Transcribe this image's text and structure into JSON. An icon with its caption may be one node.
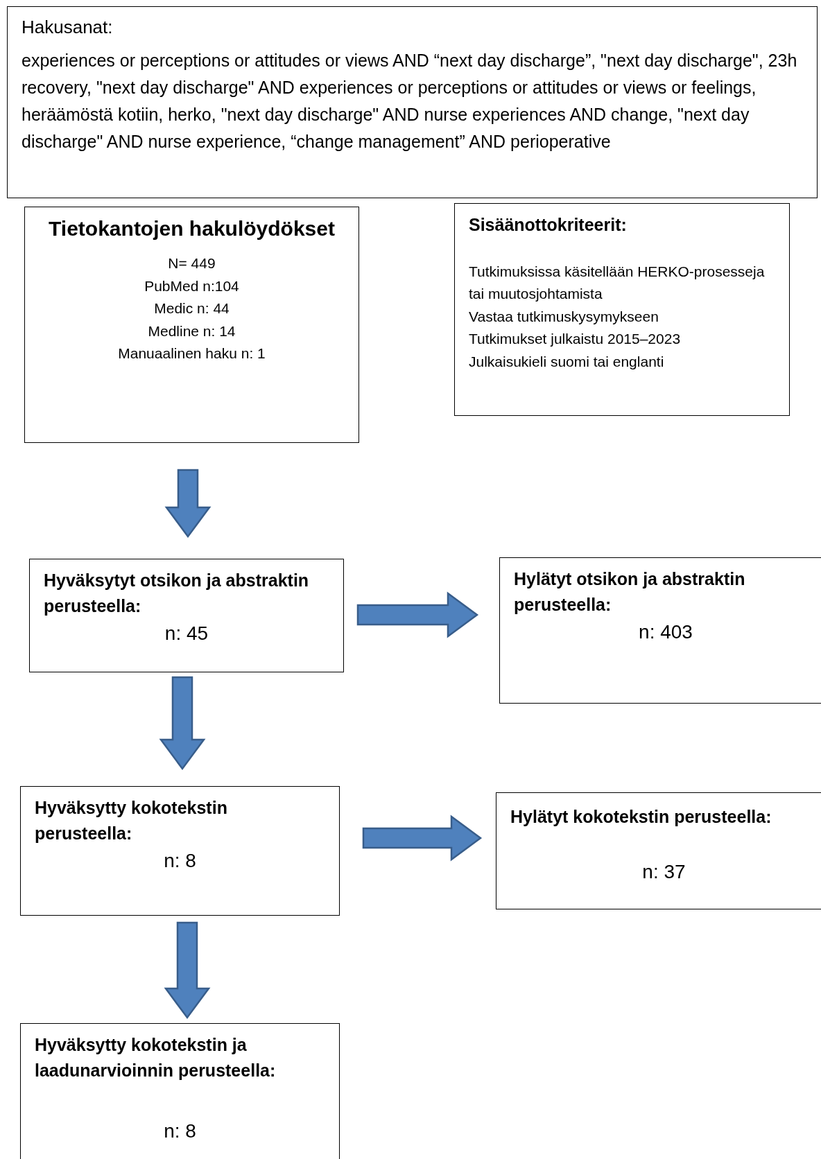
{
  "diagram": {
    "nodes": [
      {
        "text": [
          "Hakusanat:",
          "experiences or perceptions or attitudes or views AND “next day discharge”, \"next day discharge\", 23h recovery, \"next day discharge\" AND experiences or perceptions or attitudes or views or feelings, heräämöstä kotiin, herko, \"next day discharge\" AND nurse experiences AND change, \"next day discharge\" AND nurse experience, “change management” AND perioperative"
        ]
      },
      {
        "text": [
          "Tietokantojen hakulöydökset",
          "N= 449",
          "PubMed n:104",
          "Medic n: 44",
          "Medline n: 14",
          "Manuaalinen haku n: 1"
        ]
      },
      {
        "text": [
          "Sisäänottokriteerit:",
          "Tutkimuksissa käsitellään HERKO-prosesseja tai muutosjohtamista",
          "Vastaa tutkimuskysymykseen",
          "Tutkimukset julkaistu 2015–2023",
          "Julkaisukieli suomi tai englanti"
        ]
      },
      {
        "text": [
          "Hyväksytyt otsikon ja abstraktin perusteella:",
          "n: 45"
        ]
      },
      {
        "text": [
          "Hylätyt otsikon ja abstraktin perusteella:",
          "n: 403"
        ]
      },
      {
        "text": [
          "Hyväksytty kokotekstin perusteella:",
          "n: 8"
        ]
      },
      {
        "text": [
          "Hylätyt kokotekstin perusteella:",
          "n: 37"
        ]
      },
      {
        "text": [
          "Hyväksytty kokotekstin ja laadunarvioinnin perusteella:",
          "n: 8"
        ]
      }
    ],
    "edges": [
      {
        "from": 1,
        "to": 3,
        "arrow": "to"
      },
      {
        "from": 3,
        "to": 4,
        "arrow": "to"
      },
      {
        "from": 3,
        "to": 5,
        "arrow": "to"
      },
      {
        "from": 5,
        "to": 6,
        "arrow": "to"
      },
      {
        "from": 5,
        "to": 7,
        "arrow": "to"
      }
    ]
  }
}
